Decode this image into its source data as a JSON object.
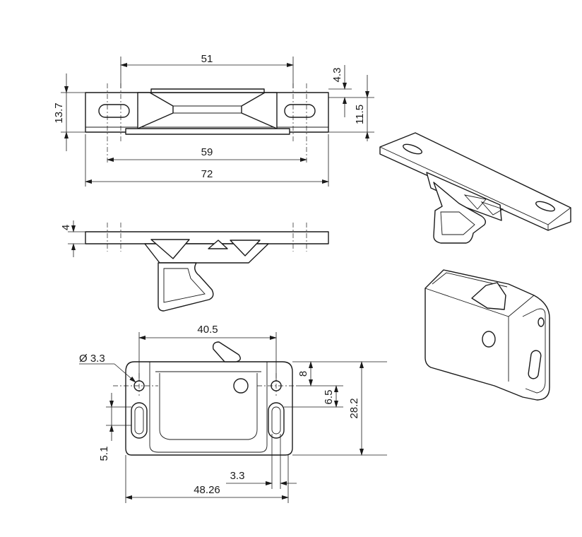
{
  "dimensions": {
    "width_51": "51",
    "width_59": "59",
    "width_72": "72",
    "height_13_7": "13.7",
    "height_4_3": "4.3",
    "height_11_5": "11.5",
    "thickness_4": "4",
    "width_40_5": "40.5",
    "hole_dia": "Ø 3.3",
    "offset_8": "8",
    "offset_6_5": "6.5",
    "height_28_2": "28.2",
    "slot_5_1": "5.1",
    "offset_3_3": "3.3",
    "width_48_26": "48.26"
  }
}
